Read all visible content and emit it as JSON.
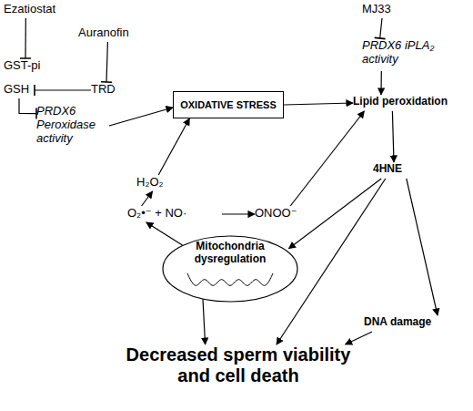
{
  "diagram": {
    "nodes": [
      {
        "text": [
          "Ezatiostat"
        ]
      },
      {
        "text": [
          "Auranofin"
        ]
      },
      {
        "text": [
          "GST-pi"
        ]
      },
      {
        "text": [
          "GSH"
        ]
      },
      {
        "text": [
          "TRD"
        ]
      },
      {
        "text": [
          "PRDX6 Peroxidase activity"
        ]
      },
      {
        "text": [
          "OXIDATIVE STRESS"
        ]
      },
      {
        "text": [
          "MJ33"
        ]
      },
      {
        "text": [
          "PRDX6 iPLA₂ activity"
        ]
      },
      {
        "text": [
          "Lipid peroxidation"
        ]
      },
      {
        "text": [
          "4HNE"
        ]
      },
      {
        "text": [
          "H₂O₂"
        ]
      },
      {
        "text": [
          "O₂•⁻ + NO·"
        ]
      },
      {
        "text": [
          "ONOO⁻"
        ]
      },
      {
        "text": [
          "Mitochondria dysregulation"
        ]
      },
      {
        "text": [
          "DNA damage"
        ]
      },
      {
        "text": [
          "Decreased sperm viability and cell death"
        ]
      }
    ],
    "edges": [
      {
        "from": 0,
        "to": 2,
        "arrow": "to"
      },
      {
        "from": 1,
        "to": 4,
        "arrow": "to"
      },
      {
        "from": 4,
        "to": 3,
        "arrow": "to"
      },
      {
        "from": 3,
        "to": 5,
        "arrow": "to"
      },
      {
        "from": 5,
        "to": 6,
        "arrow": "to"
      },
      {
        "from": 7,
        "to": 8,
        "arrow": "to"
      },
      {
        "from": 8,
        "to": 9,
        "arrow": "to"
      },
      {
        "from": 6,
        "to": 9,
        "arrow": "to"
      },
      {
        "from": 9,
        "to": 10,
        "arrow": "to"
      },
      {
        "from": 11,
        "to": 6,
        "arrow": "to"
      },
      {
        "from": 12,
        "to": 11,
        "arrow": "to"
      },
      {
        "from": 12,
        "to": 13,
        "arrow": "to"
      },
      {
        "from": 13,
        "to": 9,
        "arrow": "to"
      },
      {
        "from": 10,
        "to": 14,
        "arrow": "to"
      },
      {
        "from": 14,
        "to": 12,
        "arrow": "to"
      },
      {
        "from": 14,
        "to": 16,
        "arrow": "to"
      },
      {
        "from": 10,
        "to": 15,
        "arrow": "to"
      },
      {
        "from": 10,
        "to": 16,
        "arrow": "to"
      },
      {
        "from": 15,
        "to": 16,
        "arrow": "to"
      }
    ]
  }
}
